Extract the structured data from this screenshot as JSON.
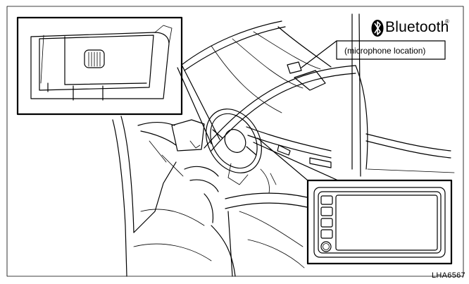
{
  "bluetooth": {
    "wordmark": "Bluetooth",
    "registered_mark": "®",
    "icon": "bluetooth-rune-icon"
  },
  "callouts": {
    "microphone": "(microphone location)"
  },
  "figure_code": "LHA6567",
  "colors": {
    "ink": "#000000",
    "paper": "#ffffff"
  }
}
